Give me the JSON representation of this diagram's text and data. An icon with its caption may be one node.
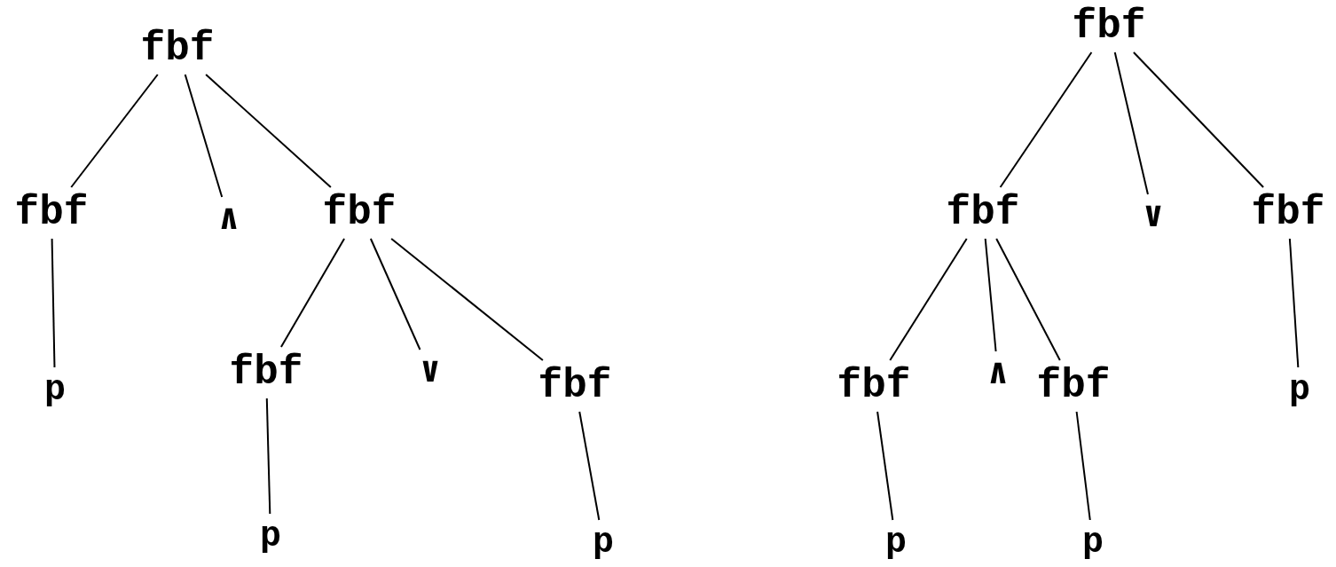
{
  "diagram": {
    "nodes": [
      {
        "text": [
          "fbf"
        ]
      },
      {
        "text": [
          "fbf"
        ]
      },
      {
        "text": [
          "∧"
        ]
      },
      {
        "text": [
          "fbf"
        ]
      },
      {
        "text": [
          "p"
        ]
      },
      {
        "text": [
          "fbf"
        ]
      },
      {
        "text": [
          "∨"
        ]
      },
      {
        "text": [
          "fbf"
        ]
      },
      {
        "text": [
          "p"
        ]
      },
      {
        "text": [
          "p"
        ]
      },
      {
        "text": [
          "fbf"
        ]
      },
      {
        "text": [
          "fbf"
        ]
      },
      {
        "text": [
          "∨"
        ]
      },
      {
        "text": [
          "fbf"
        ]
      },
      {
        "text": [
          "fbf"
        ]
      },
      {
        "text": [
          "∧"
        ]
      },
      {
        "text": [
          "fbf"
        ]
      },
      {
        "text": [
          "p"
        ]
      },
      {
        "text": [
          "p"
        ]
      },
      {
        "text": [
          "p"
        ]
      }
    ],
    "edges": [
      {
        "from": 0,
        "to": 1,
        "arrow": "none"
      },
      {
        "from": 0,
        "to": 2,
        "arrow": "none"
      },
      {
        "from": 0,
        "to": 3,
        "arrow": "none"
      },
      {
        "from": 1,
        "to": 4,
        "arrow": "none"
      },
      {
        "from": 3,
        "to": 5,
        "arrow": "none"
      },
      {
        "from": 3,
        "to": 6,
        "arrow": "none"
      },
      {
        "from": 3,
        "to": 7,
        "arrow": "none"
      },
      {
        "from": 5,
        "to": 8,
        "arrow": "none"
      },
      {
        "from": 7,
        "to": 9,
        "arrow": "none"
      },
      {
        "from": 10,
        "to": 11,
        "arrow": "none"
      },
      {
        "from": 10,
        "to": 12,
        "arrow": "none"
      },
      {
        "from": 10,
        "to": 13,
        "arrow": "none"
      },
      {
        "from": 11,
        "to": 14,
        "arrow": "none"
      },
      {
        "from": 11,
        "to": 15,
        "arrow": "none"
      },
      {
        "from": 11,
        "to": 16,
        "arrow": "none"
      },
      {
        "from": 13,
        "to": 17,
        "arrow": "none"
      },
      {
        "from": 14,
        "to": 18,
        "arrow": "none"
      },
      {
        "from": 16,
        "to": 19,
        "arrow": "none"
      }
    ]
  }
}
